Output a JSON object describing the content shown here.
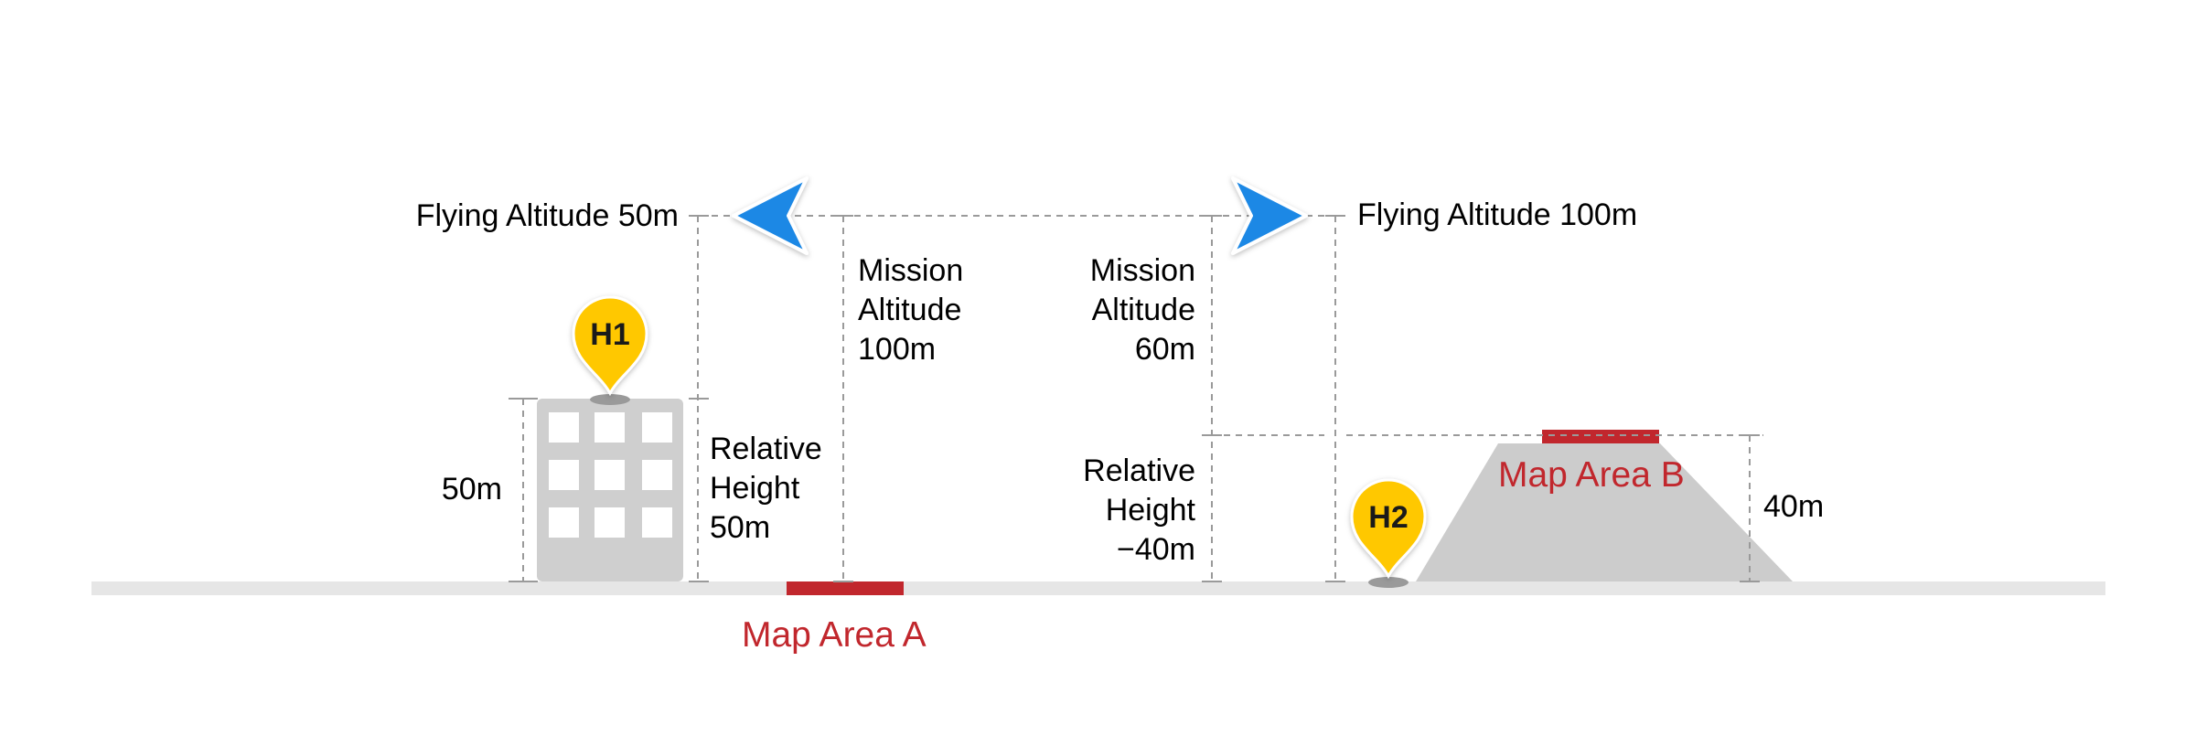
{
  "colors": {
    "ground": "#e6e6e6",
    "building": "#cfcfcf",
    "hill": "#cccccc",
    "map_area": "#c1272d",
    "pin": "#ffc800",
    "arrow": "#1e88e5",
    "dash": "#9a9a9a",
    "text": "#000000"
  },
  "left": {
    "flying_altitude": "Flying Altitude 50m",
    "mission_altitude": [
      "Mission",
      "Altitude",
      "100m"
    ],
    "relative_height": [
      "Relative",
      "Height",
      "50m"
    ],
    "building_height": "50m",
    "home_point": "H1",
    "map_area": "Map Area A",
    "aircraft_icon": "arrow-left-icon"
  },
  "right": {
    "flying_altitude": "Flying Altitude 100m",
    "mission_altitude": [
      "Mission",
      "Altitude",
      "60m"
    ],
    "relative_height": [
      "Relative",
      "Height",
      "−40m"
    ],
    "hill_height": "40m",
    "home_point": "H2",
    "map_area": "Map Area B",
    "aircraft_icon": "arrow-right-icon"
  }
}
